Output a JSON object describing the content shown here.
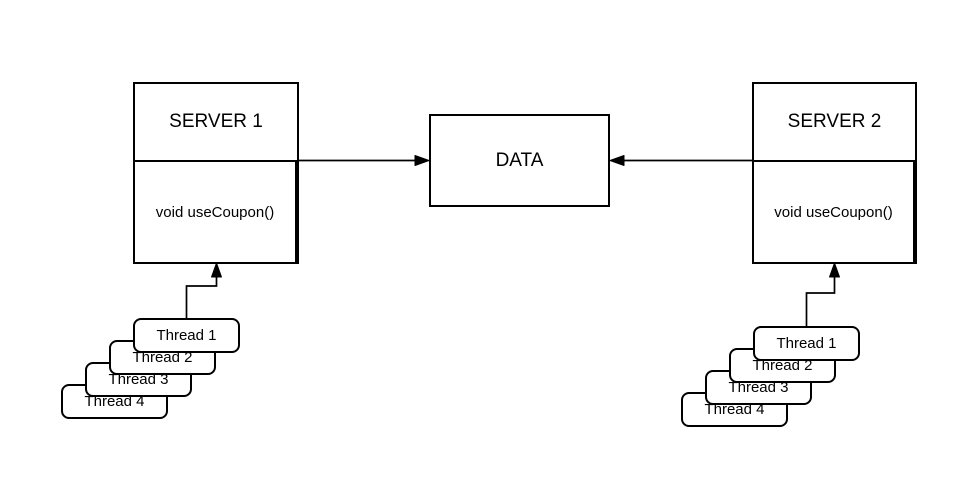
{
  "colors": {
    "stroke": "#000000",
    "fill": "#ffffff",
    "text": "#000000",
    "background": "#ffffff"
  },
  "diagram": {
    "server1": {
      "title": "SERVER 1",
      "method": "void useCoupon()"
    },
    "server2": {
      "title": "SERVER 2",
      "method": "void useCoupon()"
    },
    "data_store": {
      "label": "DATA"
    },
    "threads_left": [
      "Thread 1",
      "Thread 2",
      "Thread 3",
      "Thread 4"
    ],
    "threads_right": [
      "Thread 1",
      "Thread 2",
      "Thread 3",
      "Thread 4"
    ]
  }
}
